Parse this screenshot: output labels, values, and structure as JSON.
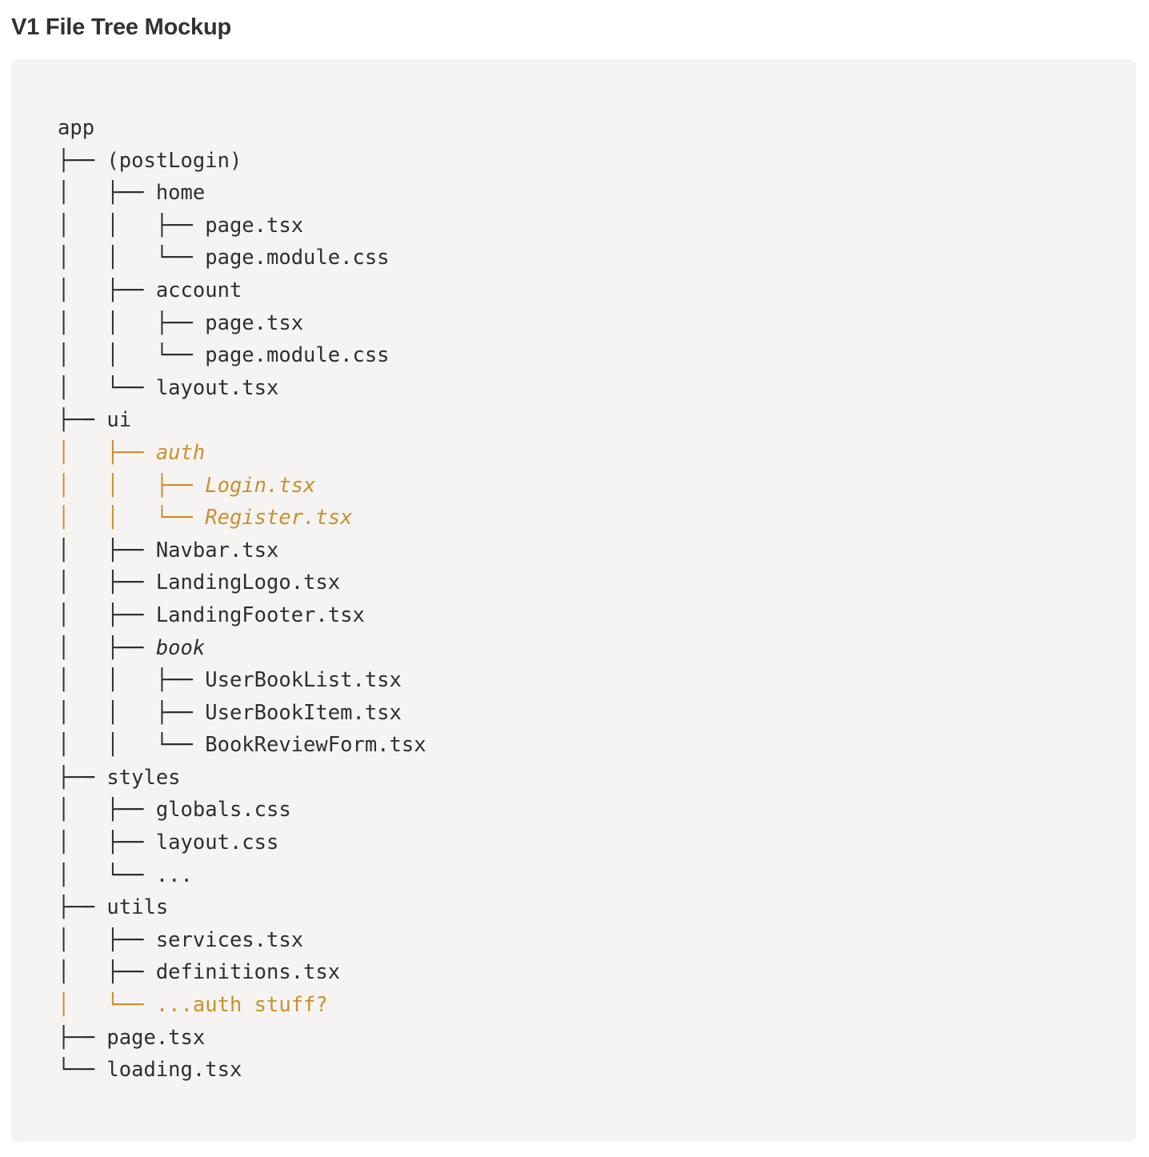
{
  "page": {
    "title": "V1 File Tree Mockup",
    "background_color": "#ffffff",
    "card_background_color": "#f5f4f2",
    "text_color": "#2f2f2b",
    "highlight_color": "#cc8f2e"
  },
  "tree": {
    "root_label": "app",
    "lines": [
      {
        "prefix": "",
        "name": "app",
        "style": "plain",
        "prefix_style": "plain"
      },
      {
        "prefix": "├── ",
        "name": "(postLogin)",
        "style": "plain",
        "prefix_style": "plain"
      },
      {
        "prefix": "│   ├── ",
        "name": "home",
        "style": "plain",
        "prefix_style": "plain"
      },
      {
        "prefix": "│   │   ├── ",
        "name": "page.tsx",
        "style": "plain",
        "prefix_style": "plain"
      },
      {
        "prefix": "│   │   └── ",
        "name": "page.module.css",
        "style": "plain",
        "prefix_style": "plain"
      },
      {
        "prefix": "│   ├── ",
        "name": "account",
        "style": "plain",
        "prefix_style": "plain"
      },
      {
        "prefix": "│   │   ├── ",
        "name": "page.tsx",
        "style": "plain",
        "prefix_style": "plain"
      },
      {
        "prefix": "│   │   └── ",
        "name": "page.module.css",
        "style": "plain",
        "prefix_style": "plain"
      },
      {
        "prefix": "│   └── ",
        "name": "layout.tsx",
        "style": "plain",
        "prefix_style": "plain"
      },
      {
        "prefix": "├── ",
        "name": "ui",
        "style": "plain",
        "prefix_style": "plain"
      },
      {
        "prefix": "│   ├── ",
        "name": "auth",
        "style": "highlight-italic",
        "prefix_style": "highlight"
      },
      {
        "prefix": "│   │   ├── ",
        "name": "Login.tsx",
        "style": "highlight-italic",
        "prefix_style": "highlight"
      },
      {
        "prefix": "│   │   └── ",
        "name": "Register.tsx",
        "style": "highlight-italic",
        "prefix_style": "highlight"
      },
      {
        "prefix": "│   ├── ",
        "name": "Navbar.tsx",
        "style": "plain",
        "prefix_style": "plain"
      },
      {
        "prefix": "│   ├── ",
        "name": "LandingLogo.tsx",
        "style": "plain",
        "prefix_style": "plain"
      },
      {
        "prefix": "│   ├── ",
        "name": "LandingFooter.tsx",
        "style": "plain",
        "prefix_style": "plain"
      },
      {
        "prefix": "│   ├── ",
        "name": "book",
        "style": "italic",
        "prefix_style": "plain"
      },
      {
        "prefix": "│   │   ├── ",
        "name": "UserBookList.tsx",
        "style": "plain",
        "prefix_style": "plain"
      },
      {
        "prefix": "│   │   ├── ",
        "name": "UserBookItem.tsx",
        "style": "plain",
        "prefix_style": "plain"
      },
      {
        "prefix": "│   │   └── ",
        "name": "BookReviewForm.tsx",
        "style": "plain",
        "prefix_style": "plain"
      },
      {
        "prefix": "├── ",
        "name": "styles",
        "style": "plain",
        "prefix_style": "plain"
      },
      {
        "prefix": "│   ├── ",
        "name": "globals.css",
        "style": "plain",
        "prefix_style": "plain"
      },
      {
        "prefix": "│   ├── ",
        "name": "layout.css",
        "style": "plain",
        "prefix_style": "plain"
      },
      {
        "prefix": "│   └── ",
        "name": "...",
        "style": "plain",
        "prefix_style": "plain"
      },
      {
        "prefix": "├── ",
        "name": "utils",
        "style": "plain",
        "prefix_style": "plain"
      },
      {
        "prefix": "│   ├── ",
        "name": "services.tsx",
        "style": "plain",
        "prefix_style": "plain"
      },
      {
        "prefix": "│   ├── ",
        "name": "definitions.tsx",
        "style": "plain",
        "prefix_style": "plain"
      },
      {
        "prefix": "│   └── ",
        "name": "...auth stuff?",
        "style": "highlight",
        "prefix_style": "highlight"
      },
      {
        "prefix": "├── ",
        "name": "page.tsx",
        "style": "plain",
        "prefix_style": "plain"
      },
      {
        "prefix": "└── ",
        "name": "loading.tsx",
        "style": "plain",
        "prefix_style": "plain"
      }
    ]
  }
}
